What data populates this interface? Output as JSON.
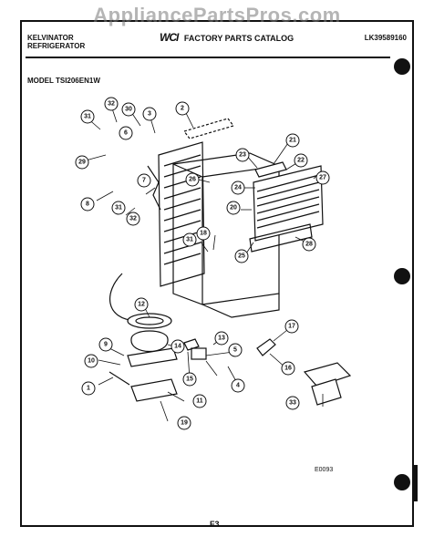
{
  "watermark": "AppliancePartsPros.com",
  "header": {
    "brand_line1": "KELVINATOR",
    "brand_line2": "REFRIGERATOR",
    "logo": "WCI",
    "catalog_title": "FACTORY PARTS CATALOG",
    "catalog_number": "LK39589160"
  },
  "model_label": "MODEL TSI206EN1W",
  "drawing_code": "E0093",
  "page_id": "F3",
  "callouts": [
    "1",
    "2",
    "3",
    "4",
    "5",
    "6",
    "7",
    "8",
    "9",
    "10",
    "11",
    "12",
    "13",
    "14",
    "15",
    "16",
    "17",
    "18",
    "19",
    "20",
    "21",
    "22",
    "23",
    "24",
    "25",
    "26",
    "27",
    "28",
    "29",
    "30",
    "31",
    "31",
    "31",
    "32",
    "32",
    "33"
  ],
  "colors": {
    "ink": "#111111",
    "paper": "#ffffff",
    "watermark": "#7a7a7a"
  }
}
